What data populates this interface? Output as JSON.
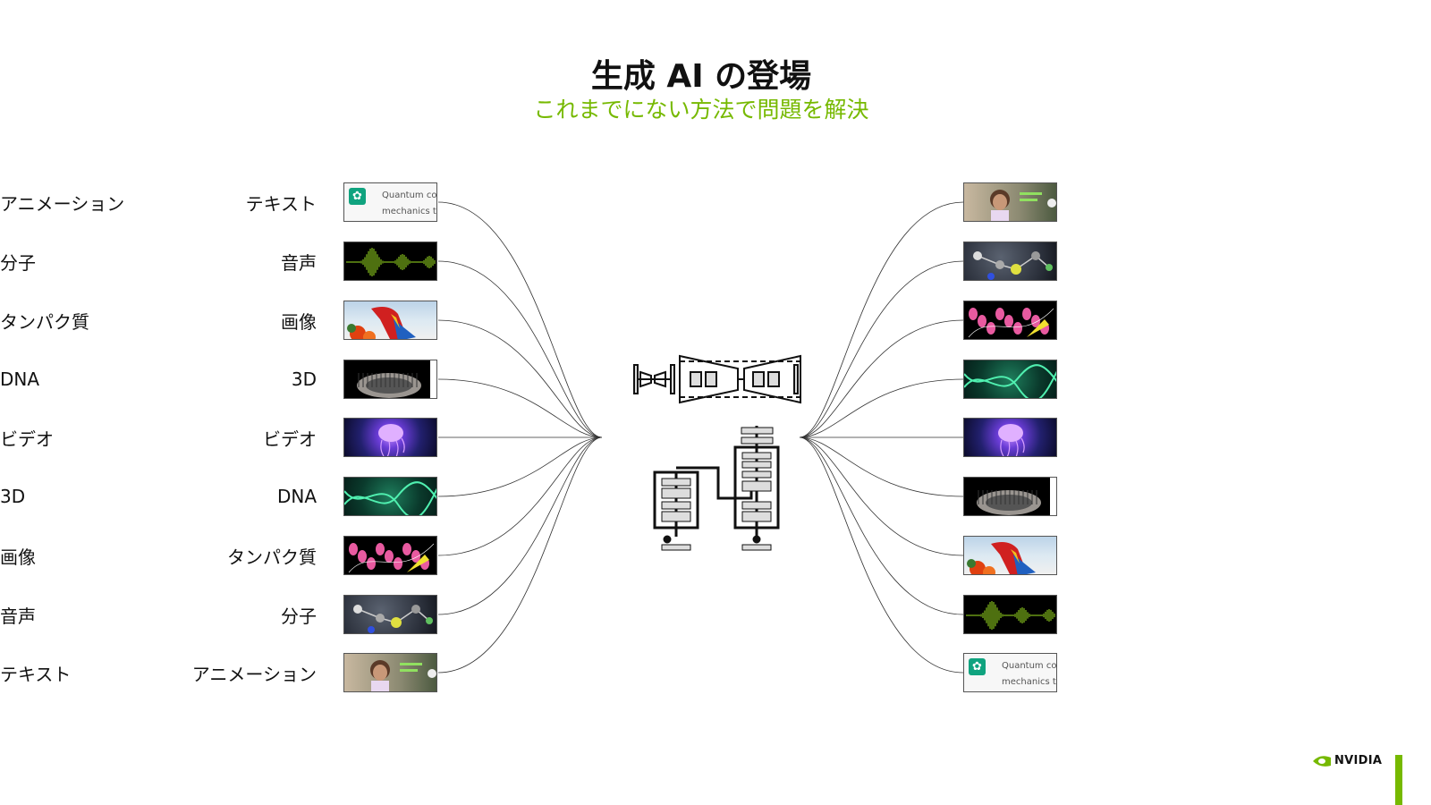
{
  "header": {
    "title": "生成 AI の登場",
    "subtitle": "これまでにない方法で問題を解決"
  },
  "inputs": [
    {
      "label": "テキスト",
      "thumb": "text"
    },
    {
      "label": "音声",
      "thumb": "audio"
    },
    {
      "label": "画像",
      "thumb": "image"
    },
    {
      "label": "3D",
      "thumb": "3d"
    },
    {
      "label": "ビデオ",
      "thumb": "video"
    },
    {
      "label": "DNA",
      "thumb": "dna"
    },
    {
      "label": "タンパク質",
      "thumb": "protein"
    },
    {
      "label": "分子",
      "thumb": "mol"
    },
    {
      "label": "アニメーション",
      "thumb": "anim"
    }
  ],
  "outputs": [
    {
      "label": "アニメーション",
      "thumb": "anim"
    },
    {
      "label": "分子",
      "thumb": "mol"
    },
    {
      "label": "タンパク質",
      "thumb": "protein"
    },
    {
      "label": "DNA",
      "thumb": "dna"
    },
    {
      "label": "ビデオ",
      "thumb": "video"
    },
    {
      "label": "3D",
      "thumb": "3d"
    },
    {
      "label": "画像",
      "thumb": "image"
    },
    {
      "label": "音声",
      "thumb": "audio"
    },
    {
      "label": "テキスト",
      "thumb": "text"
    }
  ],
  "text_thumb": {
    "line1": "Quantum co",
    "line2": "mechanics to"
  },
  "brand": {
    "name": "NVIDIA",
    "color": "#76b900"
  }
}
